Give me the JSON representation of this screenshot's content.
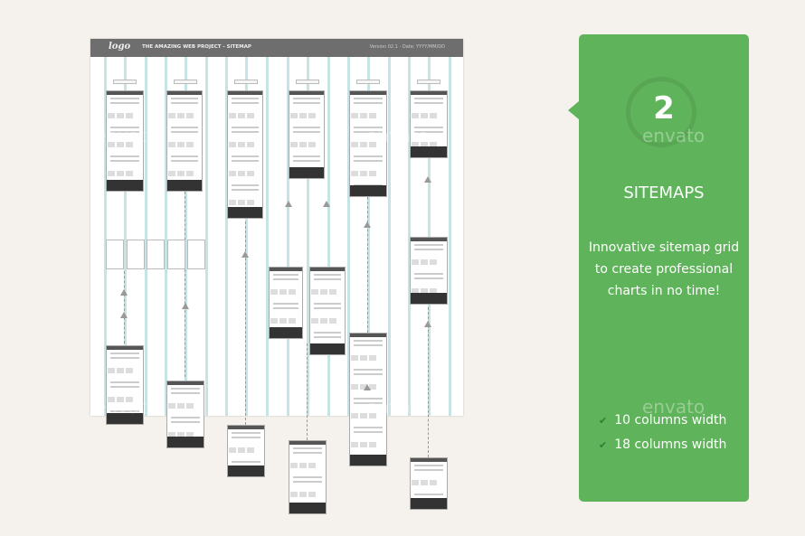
{
  "sitemap": {
    "logo": "logo",
    "title": "THE AMAZING WEB PROJECT - SITEMAP",
    "version": "Version 02.1 - Date: YYYY/MM/DD"
  },
  "card": {
    "number": "2",
    "title": "SITEMAPS",
    "description": "Innovative sitemap grid to create professional charts in no time!",
    "features": [
      "10 columns width",
      "18 columns width"
    ],
    "check_icon": "check-icon",
    "accent": "#5fb35a"
  },
  "watermark": "envato"
}
